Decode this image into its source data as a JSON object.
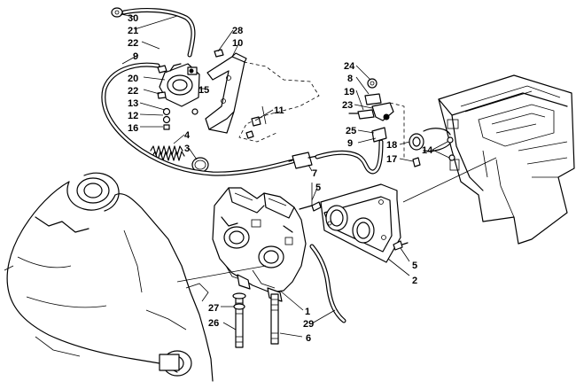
{
  "callouts": {
    "c30": "30",
    "c21": "21",
    "c22a": "22",
    "c9a": "9",
    "c20": "20",
    "c22b": "22",
    "c13": "13",
    "c12": "12",
    "c16": "16",
    "c15": "15",
    "c28": "28",
    "c10": "10",
    "c11": "11",
    "c4": "4",
    "c3": "3",
    "c24": "24",
    "c8": "8",
    "c19": "19",
    "c23": "23",
    "c25": "25",
    "c9b": "9",
    "c18": "18",
    "c17": "17",
    "c14": "14",
    "c7": "7",
    "c5a": "5",
    "c5b": "5",
    "c2": "2",
    "c27": "27",
    "c26": "26",
    "c1": "1",
    "c29": "29",
    "c6": "6"
  }
}
